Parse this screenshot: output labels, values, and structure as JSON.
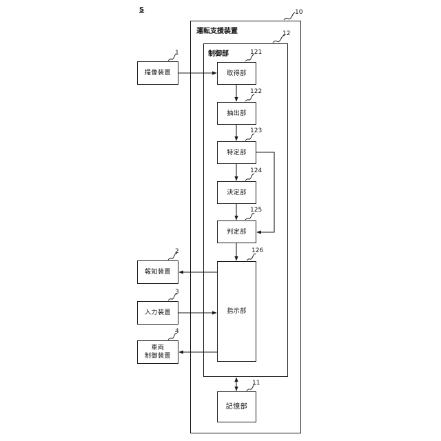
{
  "figure_label": "S",
  "outer": {
    "title": "運転支援装置",
    "ref": "10"
  },
  "control": {
    "title": "制御部",
    "ref": "12"
  },
  "units": {
    "acquire": {
      "label": "取得部",
      "ref": "121"
    },
    "extract": {
      "label": "抽出部",
      "ref": "122"
    },
    "identify": {
      "label": "特定部",
      "ref": "123"
    },
    "decide": {
      "label": "決定部",
      "ref": "124"
    },
    "judge": {
      "label": "判定部",
      "ref": "125"
    },
    "instruct": {
      "label": "指示部",
      "ref": "126"
    }
  },
  "storage": {
    "label": "記憶部",
    "ref": "11"
  },
  "external": {
    "camera": {
      "label": "撮像装置",
      "ref": "1"
    },
    "notify": {
      "label": "報知装置",
      "ref": "2"
    },
    "input": {
      "label": "入力装置",
      "ref": "3"
    },
    "vehicle": {
      "label_line1": "車両",
      "label_line2": "制御装置",
      "ref": "4"
    }
  }
}
